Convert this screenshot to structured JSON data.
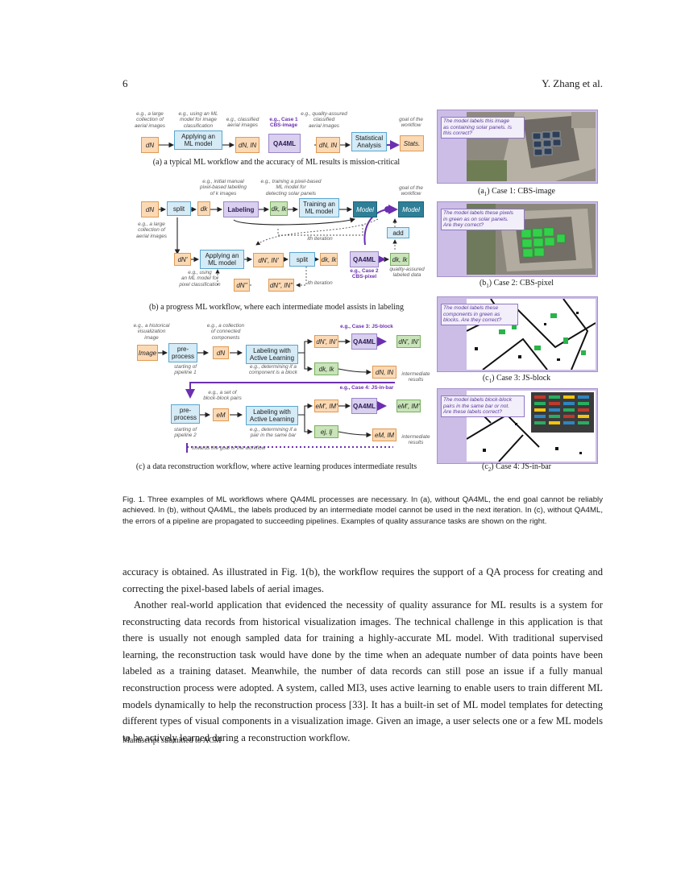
{
  "header": {
    "page_number": "6",
    "running_head": "Y. Zhang et al."
  },
  "figure": {
    "a": {
      "notes": [
        "e.g., a large\ncollection of\naerial images",
        "e.g., using an ML\nmodel for image\nclassification",
        "e.g., classified\naerial images",
        "e.g., quality-assured\nclassified\naerial images",
        "goal of the\nworkflow"
      ],
      "note_case": "e.g., Case 1\nCBS-image",
      "boxes": [
        "dN",
        "Applying an\nML model",
        "dN, lN",
        "QA4ML",
        "dN, lN",
        "Statistical\nAnalysis",
        "Stats."
      ],
      "caption": "(a) a typical ML workflow and the accuracy of ML results is mission-critical"
    },
    "b": {
      "notes": [
        "e.g., initial manual\npixel-based labelling\nof k images",
        "e.g., training a pixel-based\nML model for\ndetecting solar panels",
        "goal of the\nworkflow",
        "e.g., a large\ncollection of\naerial images",
        "e.g., using\nan ML model for\npixel classification",
        "quality-assured\nlabeled data"
      ],
      "ith_iteration_1": "ith iteration",
      "ith_iteration_2": "ith iteration",
      "note_case": "e.g., Case 2\nCBS-pixel",
      "boxes": [
        "dN",
        "split",
        "dk",
        "Labeling",
        "dk, lk",
        "Training an\nML model",
        "Model",
        "Model",
        "add",
        "dN'",
        "Applying an\nML model",
        "dN', lN'",
        "split",
        "dk, lk",
        "QA4ML",
        "dk, lk",
        "dN''",
        "dN'', lN''"
      ],
      "caption": "(b) a progress ML workflow, where each intermediate model assists in labeling"
    },
    "c": {
      "notes": [
        "e.g., a historical\nvisualization\nimage",
        "e.g., a collection\nof connected\ncomponents",
        "starting of\npipeline 1",
        "e.g., determining if a\ncomponent is a block",
        "intermediate\nresults",
        "e.g., a set of\nblock-block pairs",
        "starting of\npipeline 2",
        "e.g., determining if a\npair in the same bar",
        "intermediate\nresults",
        "towards the goal of the workflow"
      ],
      "note_case3": "e.g., Case 3: JS-block",
      "note_case4": "e.g., Case 4: JS-in-bar",
      "boxes": [
        "Image",
        "pre-\nprocess",
        "dN",
        "Labeling with\nActive Learning",
        "dN', lN'",
        "QA4ML",
        "dN', lN'",
        "dk, lk",
        "dN, lN",
        "pre-\nprocess",
        "eM",
        "Labeling with\nActive Learning",
        "eM', lM'",
        "QA4ML",
        "eM', lM'",
        "ej, lj",
        "eM, lM"
      ],
      "caption": "(c) a data reconstruction workflow, where active learning produces intermediate results"
    },
    "cases": [
      {
        "question": "The model labels this image\nas containing solar panels. Is\nthis correct?",
        "caption": "(a1) Case 1: CBS-image"
      },
      {
        "question": "The model labels these pixels\nin green as on solar panels.\nAre they correct?",
        "caption": "(b1) Case 2: CBS-pixel"
      },
      {
        "question": "The model labels these\ncomponents in green as\nblocks. Are they correct?",
        "caption": "(c1) Case 3: JS-block"
      },
      {
        "question": "The model labels block-block\npairs in the same bar or not.\nAre these labels correct?",
        "caption": "(c2) Case 4: JS-in-bar"
      }
    ],
    "caption": "Fig. 1.  Three examples of ML workflows where QA4ML processes are necessary. In (a), without QA4ML, the end goal cannot be reliably achieved. In (b), without QA4ML, the labels produced by an intermediate model cannot be used in the next iteration. In (c), without QA4ML, the errors of a pipeline are propagated to succeeding pipelines. Examples of quality assurance tasks are shown on the right."
  },
  "body": {
    "p1": "accuracy is obtained. As illustrated in Fig. 1(b), the workflow requires the support of a QA process for creating and correcting the pixel-based labels of aerial images.",
    "p2": "Another real-world application that evidenced the necessity of quality assurance for ML results is a system for reconstructing data records from historical visualization images. The technical challenge in this application is that there is usually not enough sampled data for training a highly-accurate ML model. With traditional supervised learning, the reconstruction task would have done by the time when an adequate number of data points have been labeled as a training dataset. Meanwhile, the number of data records can still pose an issue if a fully manual reconstruction process were adopted. A system, called MI3, uses active learning to enable users to train different ML models dynamically to help the reconstruction process [33]. It has a built-in set of ML model templates for detecting different types of visual components in a visualization image. Given an image, a user selects one or a few ML models to be actively learned during a reconstruction workflow."
  },
  "footer": {
    "text": "Manuscript submitted to ACM"
  },
  "colors": {
    "accent_purple": "#6b2fb0",
    "data_orange": "#fbd9b4",
    "process_blue": "#d5ebf6",
    "qa_lavender": "#d9cfee"
  }
}
